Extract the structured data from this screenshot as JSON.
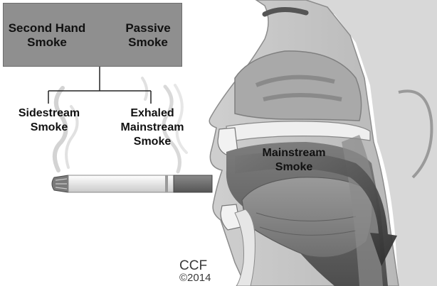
{
  "header": {
    "left": [
      "Second Hand",
      "Smoke"
    ],
    "right": [
      "Passive",
      "Smoke"
    ]
  },
  "branches": {
    "sidestream": [
      "Sidestream",
      "Smoke"
    ],
    "exhaled": [
      "Exhaled",
      "Mainstream",
      "Smoke"
    ]
  },
  "mainstream": [
    "Mainstream",
    "Smoke"
  ],
  "credit": {
    "org": "CCF",
    "year": "©2014"
  },
  "colors": {
    "header_box": "#8f8f8f",
    "skin": "#bdbdbd",
    "cavity": "#6a6a6a",
    "arrow": "#3a3a3a"
  }
}
